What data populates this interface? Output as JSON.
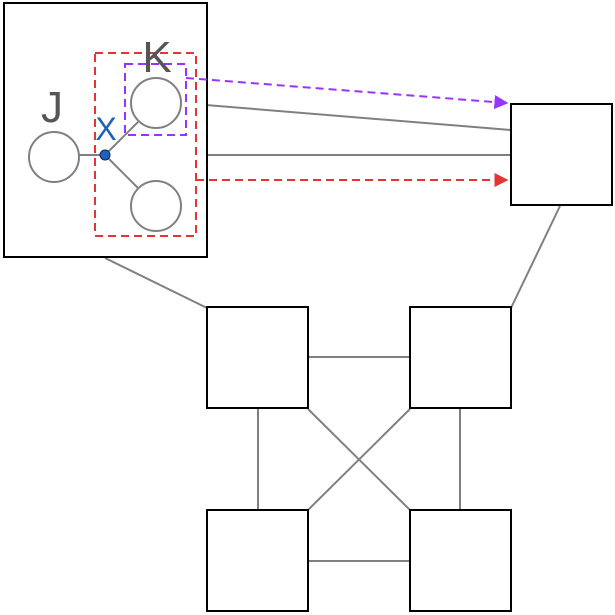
{
  "diagram": {
    "labels": {
      "j": "J",
      "k": "K",
      "x": "X"
    },
    "colors": {
      "box_stroke": "#000000",
      "edge": "#808080",
      "circle_stroke": "#808080",
      "dashed_red": "#e63333",
      "dashed_purple": "#9933ff",
      "arrow_red": "#e63333",
      "arrow_purple": "#9933ff",
      "label_gray": "#555555",
      "label_blue": "#1f5fbf",
      "point_fill": "#1f5fbf"
    }
  }
}
